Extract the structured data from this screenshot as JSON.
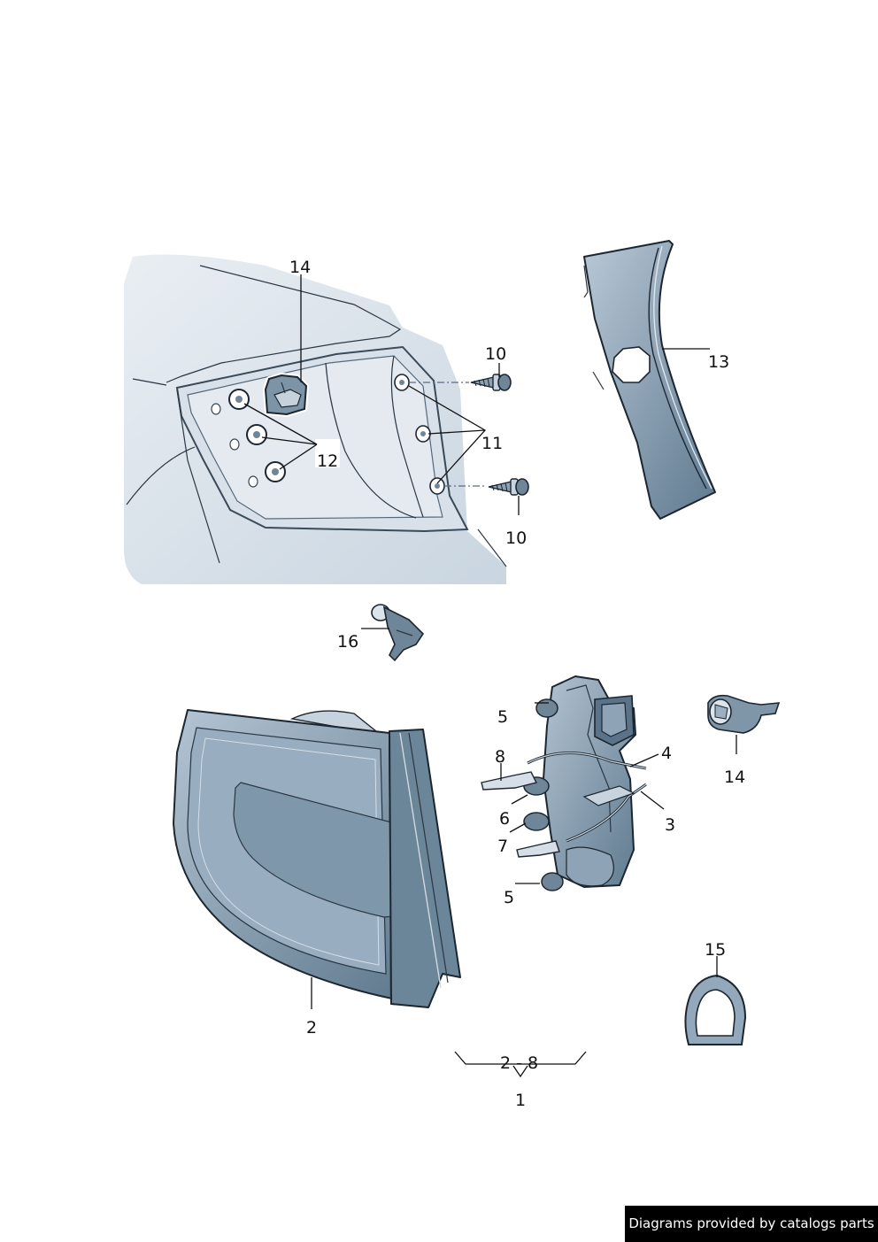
{
  "callouts": {
    "c1": "1",
    "c2": "2",
    "c2_8": "2 - 8",
    "c3": "3",
    "c4": "4",
    "c5_top": "5",
    "c5_bottom": "5",
    "c6": "6",
    "c7": "7",
    "c8": "8",
    "c10_top": "10",
    "c10_bottom": "10",
    "c11": "11",
    "c12": "12",
    "c13": "13",
    "c14_top": "14",
    "c14_right": "14",
    "c15": "15",
    "c16": "16"
  },
  "credit": "Diagrams provided by catalogs parts",
  "colors": {
    "body_light": "#dde4ec",
    "panel_mid": "#9fb3c4",
    "panel_dark": "#5e7a90",
    "outline": "#1c2630"
  }
}
